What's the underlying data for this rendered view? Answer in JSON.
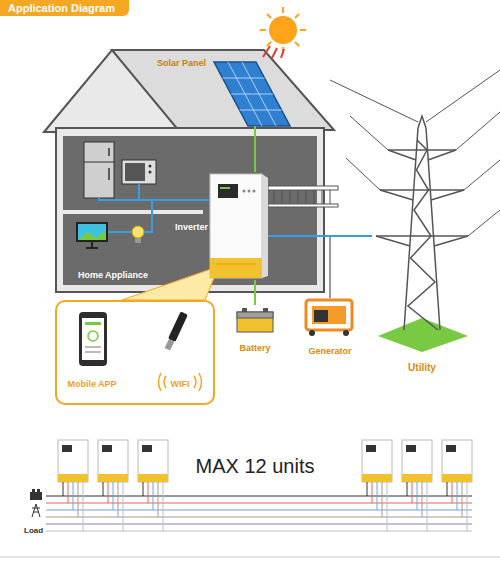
{
  "diagram": {
    "title": "Application Diagram",
    "nodes": [
      {
        "text": [
          "Solar Panel"
        ]
      },
      {
        "text": [
          "Inverter"
        ]
      },
      {
        "text": [
          "Home Appliance"
        ]
      },
      {
        "text": [
          "Mobile APP",
          "WIFI"
        ]
      },
      {
        "text": [
          "Battery"
        ]
      },
      {
        "text": [
          "Generator"
        ]
      },
      {
        "text": [
          "Utility"
        ]
      }
    ],
    "edges": [
      {
        "from": 0,
        "to": 1,
        "arrow": "none"
      },
      {
        "from": 1,
        "to": 2,
        "arrow": "none"
      },
      {
        "from": 1,
        "to": 4,
        "arrow": "none"
      },
      {
        "from": 5,
        "to": 1,
        "arrow": "none"
      },
      {
        "from": 6,
        "to": 1,
        "arrow": "none"
      }
    ],
    "labels": [
      "MAX 12 units",
      "Load"
    ]
  }
}
